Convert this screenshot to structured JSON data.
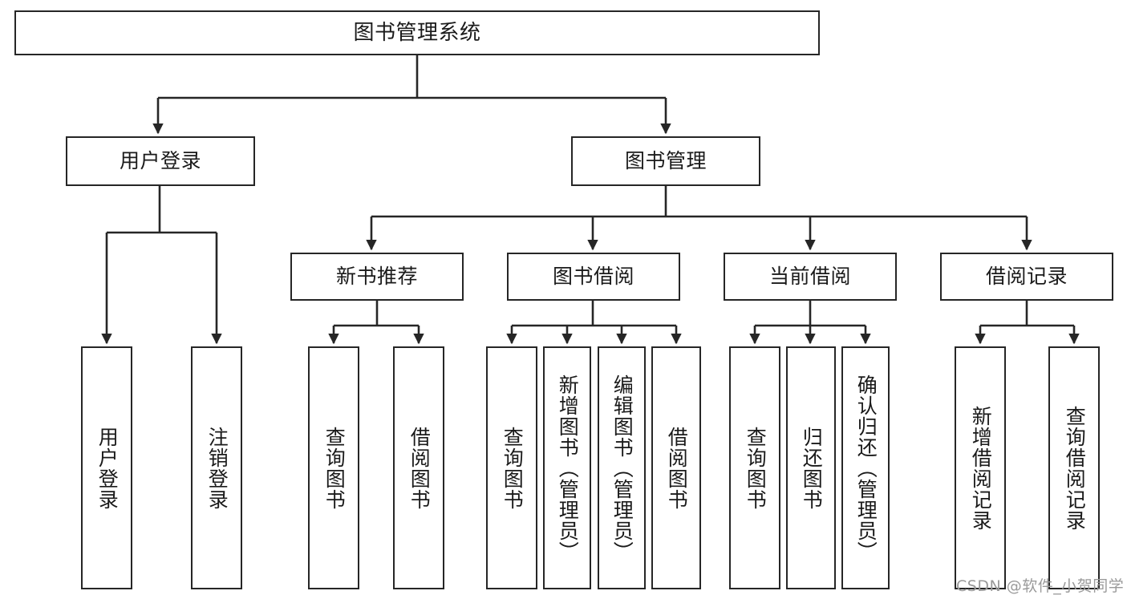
{
  "diagram": {
    "type": "tree-hierarchy",
    "title": "图书管理系统",
    "root": {
      "id": "root",
      "label": "图书管理系统"
    },
    "level2": [
      {
        "id": "user-login",
        "label": "用户登录"
      },
      {
        "id": "book-management",
        "label": "图书管理"
      }
    ],
    "level3": [
      {
        "id": "new-book-recommend",
        "label": "新书推荐",
        "parent": "book-management"
      },
      {
        "id": "book-borrow",
        "label": "图书借阅",
        "parent": "book-management"
      },
      {
        "id": "current-borrow",
        "label": "当前借阅",
        "parent": "book-management"
      },
      {
        "id": "borrow-record",
        "label": "借阅记录",
        "parent": "book-management"
      }
    ],
    "leaves": [
      {
        "id": "leaf-user-login",
        "label": "用户登录",
        "parent": "user-login"
      },
      {
        "id": "leaf-logout",
        "label": "注销登录",
        "parent": "user-login"
      },
      {
        "id": "leaf-query-book-1",
        "label": "查询图书",
        "parent": "new-book-recommend"
      },
      {
        "id": "leaf-borrow-book-1",
        "label": "借阅图书",
        "parent": "new-book-recommend"
      },
      {
        "id": "leaf-query-book-2",
        "label": "查询图书",
        "parent": "book-borrow"
      },
      {
        "id": "leaf-add-book",
        "label": "新增图书（管理员）",
        "parent": "book-borrow"
      },
      {
        "id": "leaf-edit-book",
        "label": "编辑图书（管理员）",
        "parent": "book-borrow"
      },
      {
        "id": "leaf-borrow-book-2",
        "label": "借阅图书",
        "parent": "book-borrow"
      },
      {
        "id": "leaf-query-book-3",
        "label": "查询图书",
        "parent": "current-borrow"
      },
      {
        "id": "leaf-return-book",
        "label": "归还图书",
        "parent": "current-borrow"
      },
      {
        "id": "leaf-confirm-return",
        "label": "确认归还（管理员）",
        "parent": "current-borrow"
      },
      {
        "id": "leaf-add-record",
        "label": "新增借阅记录",
        "parent": "borrow-record"
      },
      {
        "id": "leaf-query-record",
        "label": "查询借阅记录",
        "parent": "borrow-record"
      }
    ],
    "colors": {
      "stroke": "#262626",
      "box_fill": "#ffffff",
      "text": "#1a1a1a",
      "watermark": "#9a9a9a"
    }
  },
  "watermark": {
    "text": "CSDN @软件_小贺同学"
  }
}
